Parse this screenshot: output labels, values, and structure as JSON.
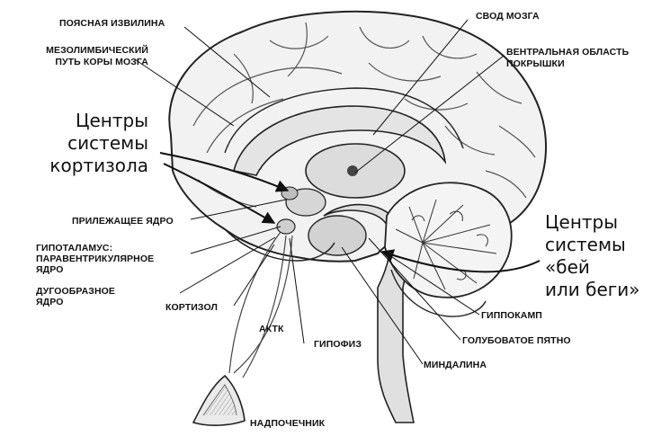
{
  "labels": {
    "cingulate_gyrus": "ПОЯСНАЯ ИЗВИЛИНА",
    "fornix": "СВОД МОЗГА",
    "mesolimbic_1": "МЕЗОЛИМБИЧЕСКИЙ",
    "mesolimbic_2": "ПУТЬ КОРЫ МОЗГА",
    "vta_1": "ВЕНТРАЛЬНАЯ ОБЛАСТЬ",
    "vta_2": "ПОКРЫШКИ",
    "nucleus_accumbens": "ПРИЛЕЖАЩЕЕ ЯДРО",
    "hypothalamus_1": "ГИПОТАЛАМУС:",
    "hypothalamus_2": "ПАРАВЕНТРИКУЛЯРНОЕ",
    "hypothalamus_3": "ЯДРО",
    "arcuate_1": "ДУГООБРАЗНОЕ",
    "arcuate_2": "ЯДРО",
    "cortisol": "КОРТИЗОЛ",
    "acth": "АКТК",
    "pituitary": "ГИПОФИЗ",
    "hippocampus": "ГИППОКАМП",
    "locus_coeruleus": "ГОЛУБОВАТОЕ ПЯТНО",
    "amygdala": "МИНДАЛИНА",
    "adrenal": "НАДПОЧЕЧНИК"
  },
  "callouts": {
    "cortisol_centers_1": "Центры",
    "cortisol_centers_2": "системы",
    "cortisol_centers_3": "кортизола",
    "fight_flight_1": "Центры",
    "fight_flight_2": "системы",
    "fight_flight_3": "«бей",
    "fight_flight_4": "или беги»"
  },
  "colors": {
    "ink": "#111111",
    "shade": "#c8c8c8",
    "background": "#ffffff"
  }
}
